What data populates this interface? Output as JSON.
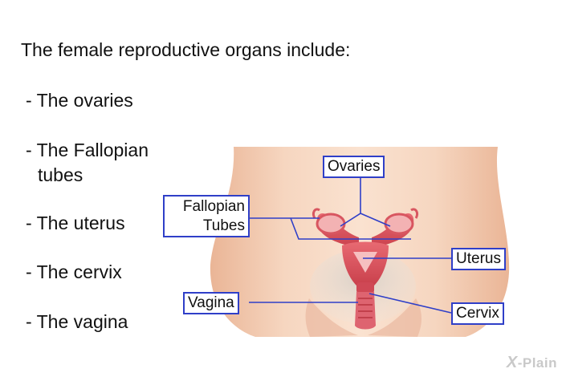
{
  "heading": "The female reproductive organs include:",
  "organs": [
    {
      "line1": "- The ovaries",
      "line2": ""
    },
    {
      "line1": "- The Fallopian",
      "line2": "tubes"
    },
    {
      "line1": "- The uterus",
      "line2": ""
    },
    {
      "line1": "- The cervix",
      "line2": ""
    },
    {
      "line1": "- The vagina",
      "line2": ""
    }
  ],
  "callouts": {
    "ovaries": "Ovaries",
    "fallopian_line1": "Fallopian",
    "fallopian_line2": "Tubes",
    "uterus": "Uterus",
    "vagina": "Vagina",
    "cervix": "Cervix"
  },
  "brand": {
    "mark": "X",
    "name": "-Plain"
  },
  "colors": {
    "skin": "#f1c9ae",
    "skin_light": "#f8dcc6",
    "organ": "#d9535f",
    "organ_light": "#f2a7a9",
    "callout_border": "#2f3fc8",
    "leader_line": "#2f3fc8"
  }
}
